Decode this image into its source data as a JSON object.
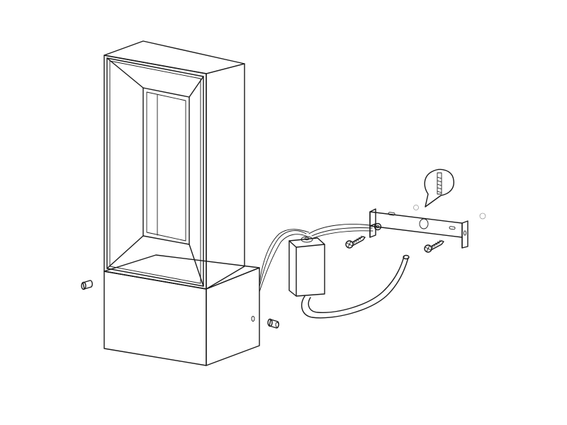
{
  "diagram": {
    "kind": "exploded assembly illustration",
    "colors": {
      "line": "#1a1a1a",
      "fill": "#ffffff",
      "light_fill": "#e8e8e8",
      "hole": "#cfcfcf"
    },
    "parts": [
      {
        "name": "lamp-head",
        "icon": "outdoor-wall-lamp"
      },
      {
        "name": "lamp-base",
        "icon": "box"
      },
      {
        "name": "end-cap-left",
        "icon": "cylinder-cap"
      },
      {
        "name": "end-cap-right",
        "icon": "cylinder-cap"
      },
      {
        "name": "junction-box",
        "icon": "connector-box"
      },
      {
        "name": "wall-bracket",
        "icon": "mounting-plate"
      },
      {
        "name": "screw-left",
        "icon": "screw"
      },
      {
        "name": "screw-right",
        "icon": "screw"
      },
      {
        "name": "wall-plug-callout",
        "icon": "wall-anchor"
      },
      {
        "name": "supply-cable",
        "icon": "cable"
      }
    ]
  }
}
